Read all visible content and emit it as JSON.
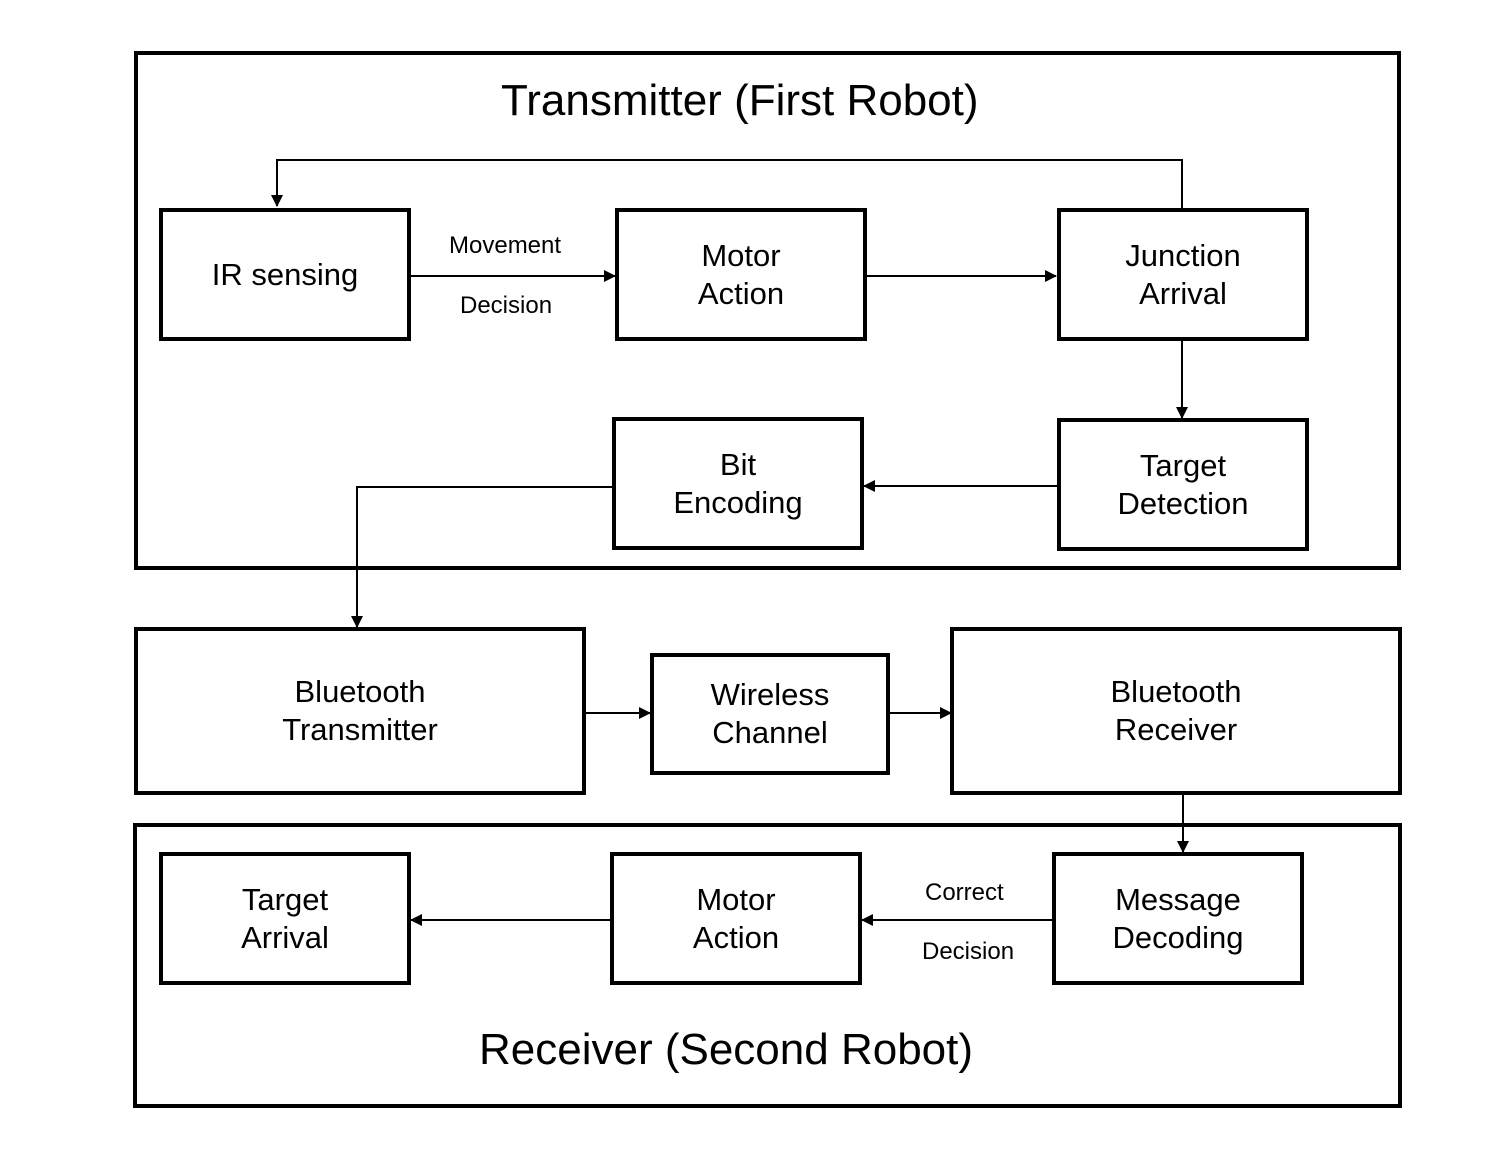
{
  "transmitter": {
    "title": "Transmitter (First Robot)",
    "ir_sensing": "IR sensing",
    "motor_action": "Motor\nAction",
    "junction_arrival": "Junction\nArrival",
    "target_detection": "Target\nDetection",
    "bit_encoding": "Bit\nEncoding",
    "edge_label_top": "Movement",
    "edge_label_bottom": "Decision"
  },
  "channel": {
    "bluetooth_transmitter": "Bluetooth\nTransmitter",
    "wireless_channel": "Wireless\nChannel",
    "bluetooth_receiver": "Bluetooth\nReceiver"
  },
  "receiver": {
    "title": "Receiver (Second Robot)",
    "message_decoding": "Message\nDecoding",
    "motor_action": "Motor\nAction",
    "target_arrival": "Target\nArrival",
    "edge_label_top": "Correct",
    "edge_label_bottom": "Decision"
  }
}
